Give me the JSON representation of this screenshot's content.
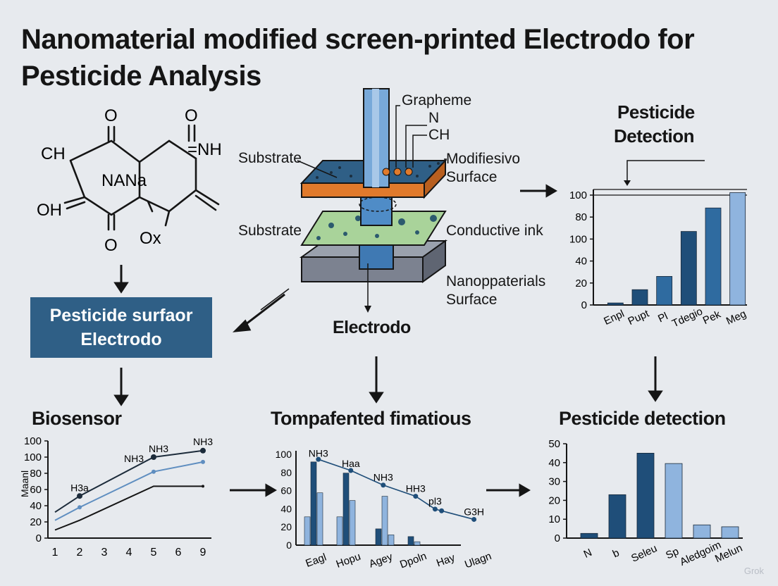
{
  "title": "Nanomaterial modified screen-printed Electrodo for Pesticide Analysis",
  "molecule": {
    "labels": [
      "O",
      "O",
      "CH",
      "=NH",
      "NANa",
      "OH",
      "O",
      "Ox"
    ]
  },
  "pesticide_box": {
    "line1": "Pesticide surfaor",
    "line2": "Electrodo"
  },
  "electrode": {
    "top_labels": [
      "Grapheme",
      "N",
      "CH"
    ],
    "left_labels": [
      "Substrate",
      "Substrate"
    ],
    "right_labels": [
      "Modifiesivo",
      "Surface",
      "Conductive ink",
      "Nanoppaterials",
      "Surface"
    ],
    "caption": "Electrodo"
  },
  "sections": {
    "pesticide_detection_top": [
      "Pesticide",
      "Detection"
    ],
    "biosensor": "Biosensor",
    "tompafented": "Tompafented fimatious",
    "pesticide_detection_bottom": "Pesticide detection"
  },
  "colors": {
    "dark_blue": "#1f4e79",
    "mid_blue": "#2f6ba0",
    "light_blue": "#8fb4de",
    "orange": "#e07a2c",
    "green": "#a9d39a",
    "gray": "#7c8290"
  },
  "watermark": "Grok",
  "chart_data": [
    {
      "type": "bar",
      "categories": [
        "Enpl",
        "Pupt",
        "Pl",
        "Tdegio",
        "Pek",
        "Meg"
      ],
      "values": [
        2,
        15,
        28,
        72,
        95,
        110
      ],
      "yticks": [
        "0",
        "20",
        "40",
        "100",
        "80",
        "100"
      ],
      "ylim": [
        0,
        120
      ],
      "colors": [
        "#1f4e79",
        "#1f4e79",
        "#2f6ba0",
        "#1f4e79",
        "#2f6ba0",
        "#8fb4de"
      ]
    },
    {
      "type": "line",
      "ylabel": "Maanl",
      "x": [
        "1",
        "2",
        "3",
        "4",
        "5",
        "6",
        "9"
      ],
      "yticks": [
        "0",
        "20",
        "40",
        "60",
        "80",
        "100",
        "100"
      ],
      "ylim": [
        0,
        120
      ],
      "series": [
        {
          "points": [
            [
              1,
              32
            ],
            [
              2,
              52
            ],
            [
              5,
              100
            ],
            [
              9,
              108
            ]
          ],
          "color": "#1c2b3a",
          "marker": true
        },
        {
          "points": [
            [
              1,
              22
            ],
            [
              2,
              38
            ],
            [
              5,
              82
            ],
            [
              9,
              94
            ]
          ],
          "color": "#5f8ec0",
          "marker": true
        },
        {
          "points": [
            [
              1,
              10
            ],
            [
              2,
              22
            ],
            [
              5,
              64
            ],
            [
              9,
              64
            ]
          ],
          "color": "#151515",
          "marker": false
        }
      ],
      "annotations": [
        {
          "text": "H3a",
          "x": 2,
          "y": 58
        },
        {
          "text": "NH3",
          "x": 4.2,
          "y": 94
        },
        {
          "text": "NH3",
          "x": 5.2,
          "y": 106
        },
        {
          "text": "NH3",
          "x": 9,
          "y": 115
        }
      ]
    },
    {
      "type": "bar",
      "categories": [
        "Eagl",
        "Hopu",
        "Agey",
        "Dpoln",
        "Hay",
        "Ulagn"
      ],
      "yticks": [
        "0",
        "20",
        "40",
        "60",
        "80",
        "100"
      ],
      "ylim": [
        0,
        110
      ],
      "series": [
        {
          "name": "",
          "values": [
            33,
            33,
            0,
            0,
            0,
            0
          ],
          "color": "#8fb4de"
        },
        {
          "name": "",
          "values": [
            97,
            84,
            19,
            10,
            0,
            0
          ],
          "color": "#1f4e79"
        },
        {
          "name": "",
          "values": [
            61,
            52,
            57,
            4,
            0,
            0
          ],
          "color": "#8fb4de"
        },
        {
          "name": "",
          "values": [
            0,
            0,
            12,
            0,
            0,
            0
          ],
          "color": "#8fb4de"
        }
      ],
      "line": {
        "points": [
          [
            0.3,
            100
          ],
          [
            1.3,
            87
          ],
          [
            2.3,
            70
          ],
          [
            3.3,
            57
          ],
          [
            3.9,
            42
          ],
          [
            4.1,
            40
          ],
          [
            5.1,
            30
          ]
        ]
      },
      "annotations": [
        {
          "text": "NH3",
          "cat": 0.3,
          "y": 103
        },
        {
          "text": "Haa",
          "cat": 1.3,
          "y": 91
        },
        {
          "text": "NH3",
          "cat": 2.3,
          "y": 75
        },
        {
          "text": "HH3",
          "cat": 3.3,
          "y": 62
        },
        {
          "text": "pl3",
          "cat": 3.9,
          "y": 47
        },
        {
          "text": "G3H",
          "cat": 5.1,
          "y": 35
        }
      ]
    },
    {
      "type": "bar",
      "categories": [
        "N",
        "b",
        "Seleu",
        "Sp",
        "Aledgoim",
        "Melun"
      ],
      "values": [
        2.5,
        23,
        45,
        39.5,
        7,
        6
      ],
      "yticks": [
        "0",
        "10",
        "20",
        "30",
        "40",
        "50"
      ],
      "ylim": [
        0,
        50
      ],
      "colors": [
        "#1f4e79",
        "#1f4e79",
        "#1f4e79",
        "#8fb4de",
        "#8fb4de",
        "#8fb4de"
      ]
    }
  ]
}
